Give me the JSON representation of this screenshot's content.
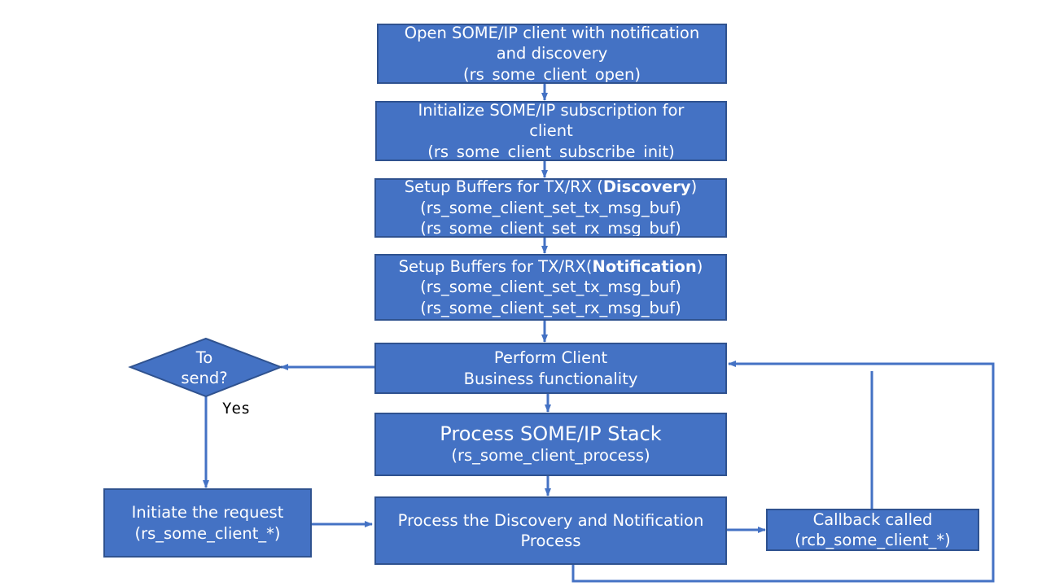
{
  "colors": {
    "box_fill": "#4472c4",
    "box_border": "#2f528f",
    "arrow": "#4472c4",
    "text": "#ffffff"
  },
  "nodes": {
    "open": {
      "lines": [
        "Open SOME/IP client with notification",
        "and discovery",
        "(rs_some_client_open)"
      ]
    },
    "subscribe": {
      "lines": [
        "Initialize SOME/IP subscription for",
        "client",
        "(rs_some_client_subscribe_init)"
      ]
    },
    "discovery_buffers": {
      "line1_prefix": "Setup Buffers for TX/RX (",
      "line1_bold": "Discovery",
      "line1_suffix": ")",
      "line2": "(rs_some_client_set_tx_msg_buf)",
      "line3": "(rs_some_client_set_rx_msg_buf)"
    },
    "notification_buffers": {
      "line1_prefix": "Setup Buffers for TX/RX(",
      "line1_bold": "Notification",
      "line1_suffix": ")",
      "line2": "(rs_some_client_set_tx_msg_buf)",
      "line3": "(rs_some_client_set_rx_msg_buf)"
    },
    "business": {
      "lines": [
        "Perform Client",
        "Business functionality"
      ]
    },
    "stack": {
      "title": "Process SOME/IP Stack",
      "sub": "(rs_some_client_process)"
    },
    "discovery_process": {
      "lines": [
        "Process the Discovery and Notification",
        "Process"
      ]
    },
    "request": {
      "lines": [
        "Initiate the request",
        "(rs_some_client_*)"
      ]
    },
    "callback": {
      "lines": [
        "Callback called",
        "(rcb_some_client_*)"
      ]
    },
    "decision": {
      "lines": [
        "To",
        "send?"
      ]
    },
    "yes_label": "Yes"
  }
}
